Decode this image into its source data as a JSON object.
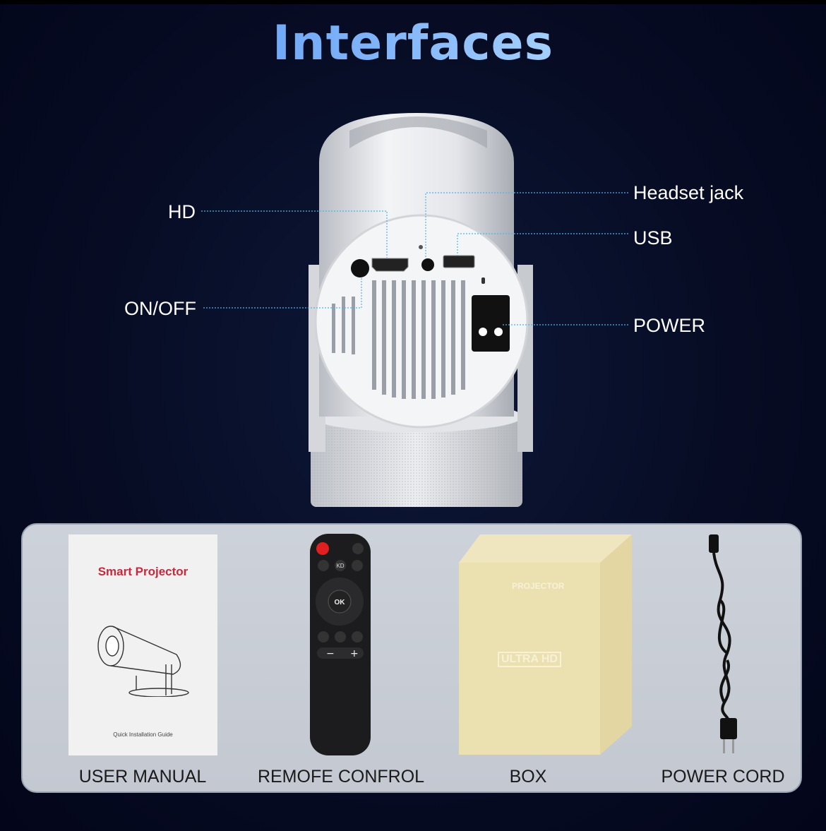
{
  "title": "Interfaces",
  "callouts": {
    "hd": "HD",
    "on_off": "ON/OFF",
    "headset_jack": "Headset jack",
    "usb": "USB",
    "power": "POWER"
  },
  "package": {
    "items": [
      {
        "label": "USER MANUAL"
      },
      {
        "label": "REMOFE CONFROL"
      },
      {
        "label": "BOX"
      },
      {
        "label": "POWER CORD"
      }
    ],
    "manual": {
      "title": "Smart Projector",
      "subtitle": "Quick Installation Guide"
    },
    "remote": {
      "ok": "OK",
      "kd": "KD"
    },
    "box": {
      "brand": "PROJECTOR",
      "badge": "ULTRA HD"
    }
  },
  "colors": {
    "accent_line": "#4fb3e8",
    "power_button": "#e02020",
    "manual_title": "#c8283a"
  }
}
